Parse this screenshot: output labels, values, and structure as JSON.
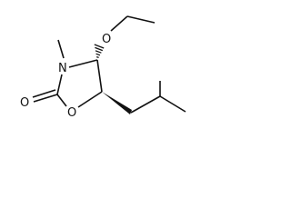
{
  "molecule": {
    "atom_labels": {
      "oxygen_ethoxy": "O",
      "nitrogen": "N",
      "oxygen_carbonyl": "O",
      "oxygen_ring": "O"
    },
    "colors": {
      "bond": "#111111",
      "label": "#111111",
      "background": "#ffffff"
    }
  }
}
